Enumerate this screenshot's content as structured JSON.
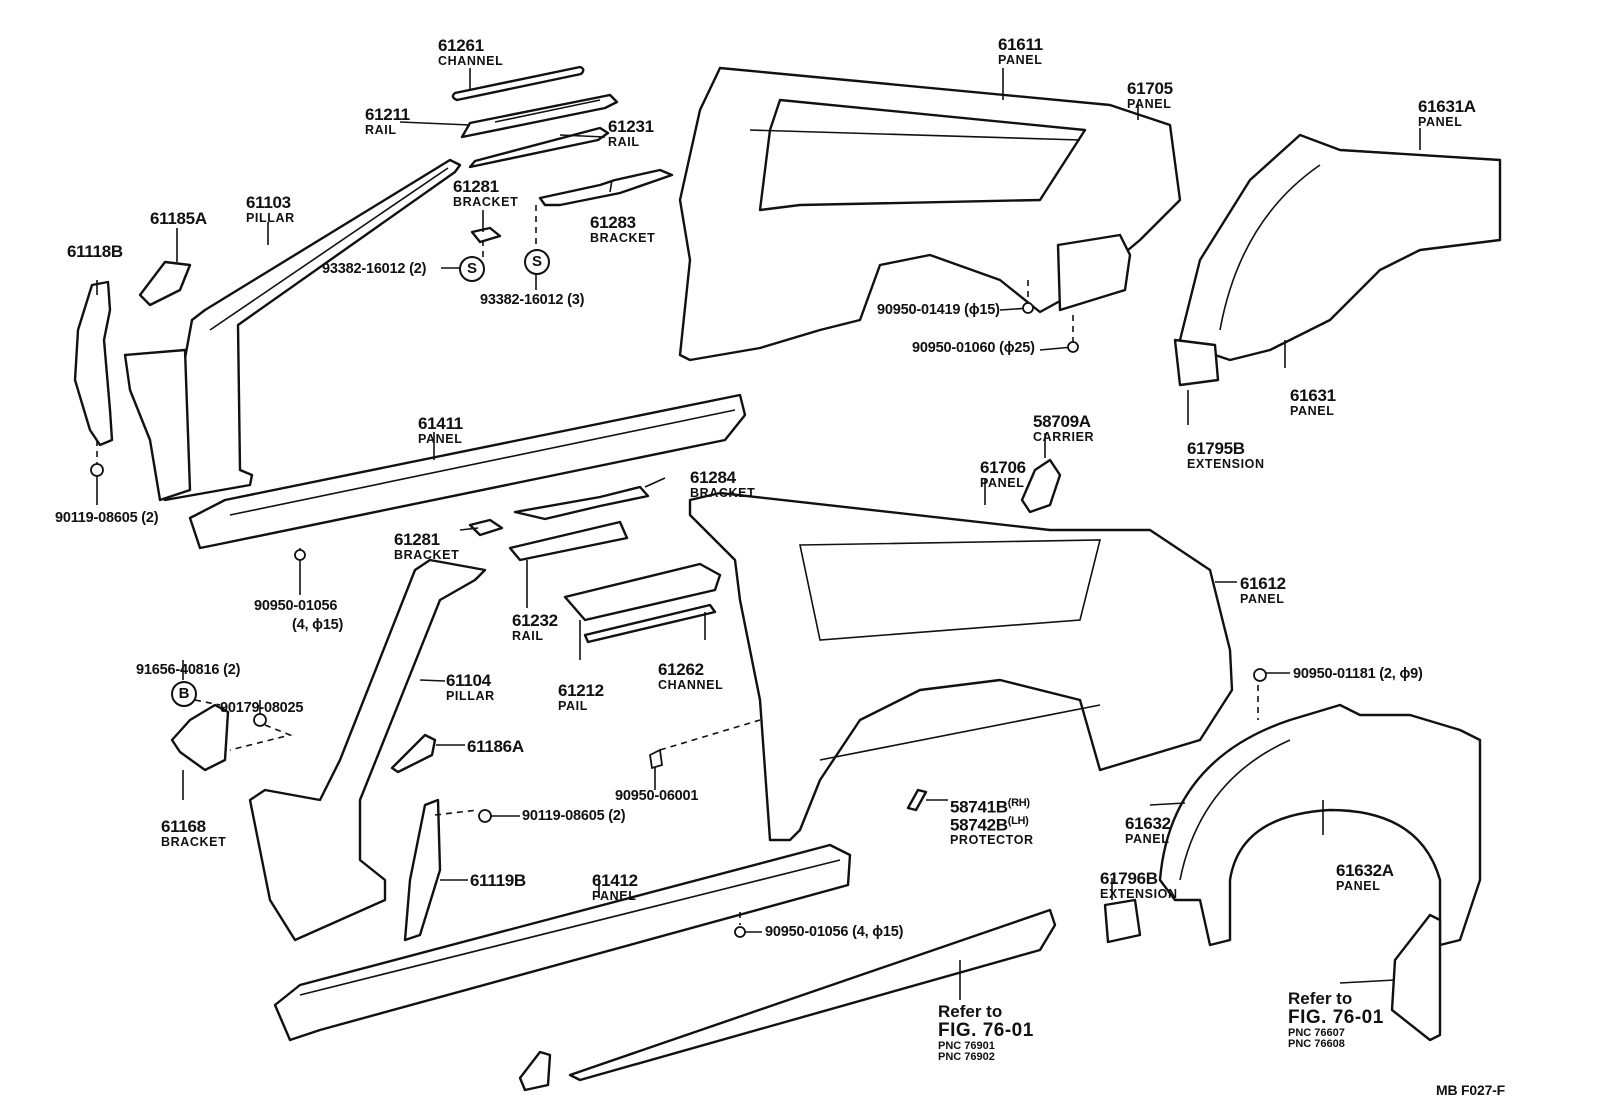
{
  "diagram": {
    "figure_code": "MB  F027-F",
    "parts": [
      {
        "id": "p61261",
        "number": "61261",
        "name": "CHANNEL"
      },
      {
        "id": "p61211",
        "number": "61211",
        "name": "RAIL"
      },
      {
        "id": "p61231",
        "number": "61231",
        "name": "RAIL"
      },
      {
        "id": "p61281a",
        "number": "61281",
        "name": "BRACKET"
      },
      {
        "id": "p61283",
        "number": "61283",
        "name": "BRACKET"
      },
      {
        "id": "p61103",
        "number": "61103",
        "name": "PILLAR"
      },
      {
        "id": "p61185A",
        "number": "61185A",
        "name": ""
      },
      {
        "id": "p61118B",
        "number": "61118B",
        "name": ""
      },
      {
        "id": "p61611",
        "number": "61611",
        "name": "PANEL"
      },
      {
        "id": "p61705",
        "number": "61705",
        "name": "PANEL"
      },
      {
        "id": "p61631A",
        "number": "61631A",
        "name": "PANEL"
      },
      {
        "id": "p61631",
        "number": "61631",
        "name": "PANEL"
      },
      {
        "id": "p61795B",
        "number": "61795B",
        "name": "EXTENSION"
      },
      {
        "id": "p61411",
        "number": "61411",
        "name": "PANEL"
      },
      {
        "id": "p61284",
        "number": "61284",
        "name": "BRACKET"
      },
      {
        "id": "p61281b",
        "number": "61281",
        "name": "BRACKET"
      },
      {
        "id": "p61232",
        "number": "61232",
        "name": "RAIL"
      },
      {
        "id": "p61212",
        "number": "61212",
        "name": "PAIL"
      },
      {
        "id": "p61262",
        "number": "61262",
        "name": "CHANNEL"
      },
      {
        "id": "p61104",
        "number": "61104",
        "name": "PILLAR"
      },
      {
        "id": "p61186A",
        "number": "61186A",
        "name": ""
      },
      {
        "id": "p61168",
        "number": "61168",
        "name": "BRACKET"
      },
      {
        "id": "p61119B",
        "number": "61119B",
        "name": ""
      },
      {
        "id": "p61412",
        "number": "61412",
        "name": "PANEL"
      },
      {
        "id": "p58709A",
        "number": "58709A",
        "name": "CARRIER"
      },
      {
        "id": "p61706",
        "number": "61706",
        "name": "PANEL"
      },
      {
        "id": "p61612",
        "number": "61612",
        "name": "PANEL"
      },
      {
        "id": "p61632",
        "number": "61632",
        "name": "PANEL"
      },
      {
        "id": "p61632A",
        "number": "61632A",
        "name": "PANEL"
      },
      {
        "id": "p61796B",
        "number": "61796B",
        "name": "EXTENSION"
      }
    ],
    "protector": {
      "rh": "58741B",
      "rh_side": "(RH)",
      "lh": "58742B",
      "lh_side": "(LH)",
      "name": "PROTECTOR"
    },
    "fasteners": [
      {
        "id": "f1",
        "text": "93382-16012 (2)"
      },
      {
        "id": "f2",
        "text": "93382-16012 (3)"
      },
      {
        "id": "f3",
        "text": "90119-08605 (2)"
      },
      {
        "id": "f4",
        "text": "90950-01419 (ϕ15)"
      },
      {
        "id": "f5",
        "text": "90950-01060 (ϕ25)"
      },
      {
        "id": "f6",
        "text": "90950-01056"
      },
      {
        "id": "f6b",
        "text": "(4, ϕ15)"
      },
      {
        "id": "f7",
        "text": "91656-40816 (2)"
      },
      {
        "id": "f8",
        "text": "90179-08025"
      },
      {
        "id": "f9",
        "text": "90950-06001"
      },
      {
        "id": "f10",
        "text": "90119-08605 (2)"
      },
      {
        "id": "f11",
        "text": "90950-01056 (4, ϕ15)"
      },
      {
        "id": "f12",
        "text": "90950-01181 (2, ϕ9)"
      }
    ],
    "symbols": {
      "s": "S",
      "b": "B"
    },
    "references": [
      {
        "line1": "Refer to",
        "line2": "FIG. 76-01",
        "pnc1": "PNC 76901",
        "pnc2": "PNC 76902"
      },
      {
        "line1": "Refer to",
        "line2": "FIG. 76-01",
        "pnc1": "PNC 76607",
        "pnc2": "PNC 76608"
      }
    ]
  }
}
